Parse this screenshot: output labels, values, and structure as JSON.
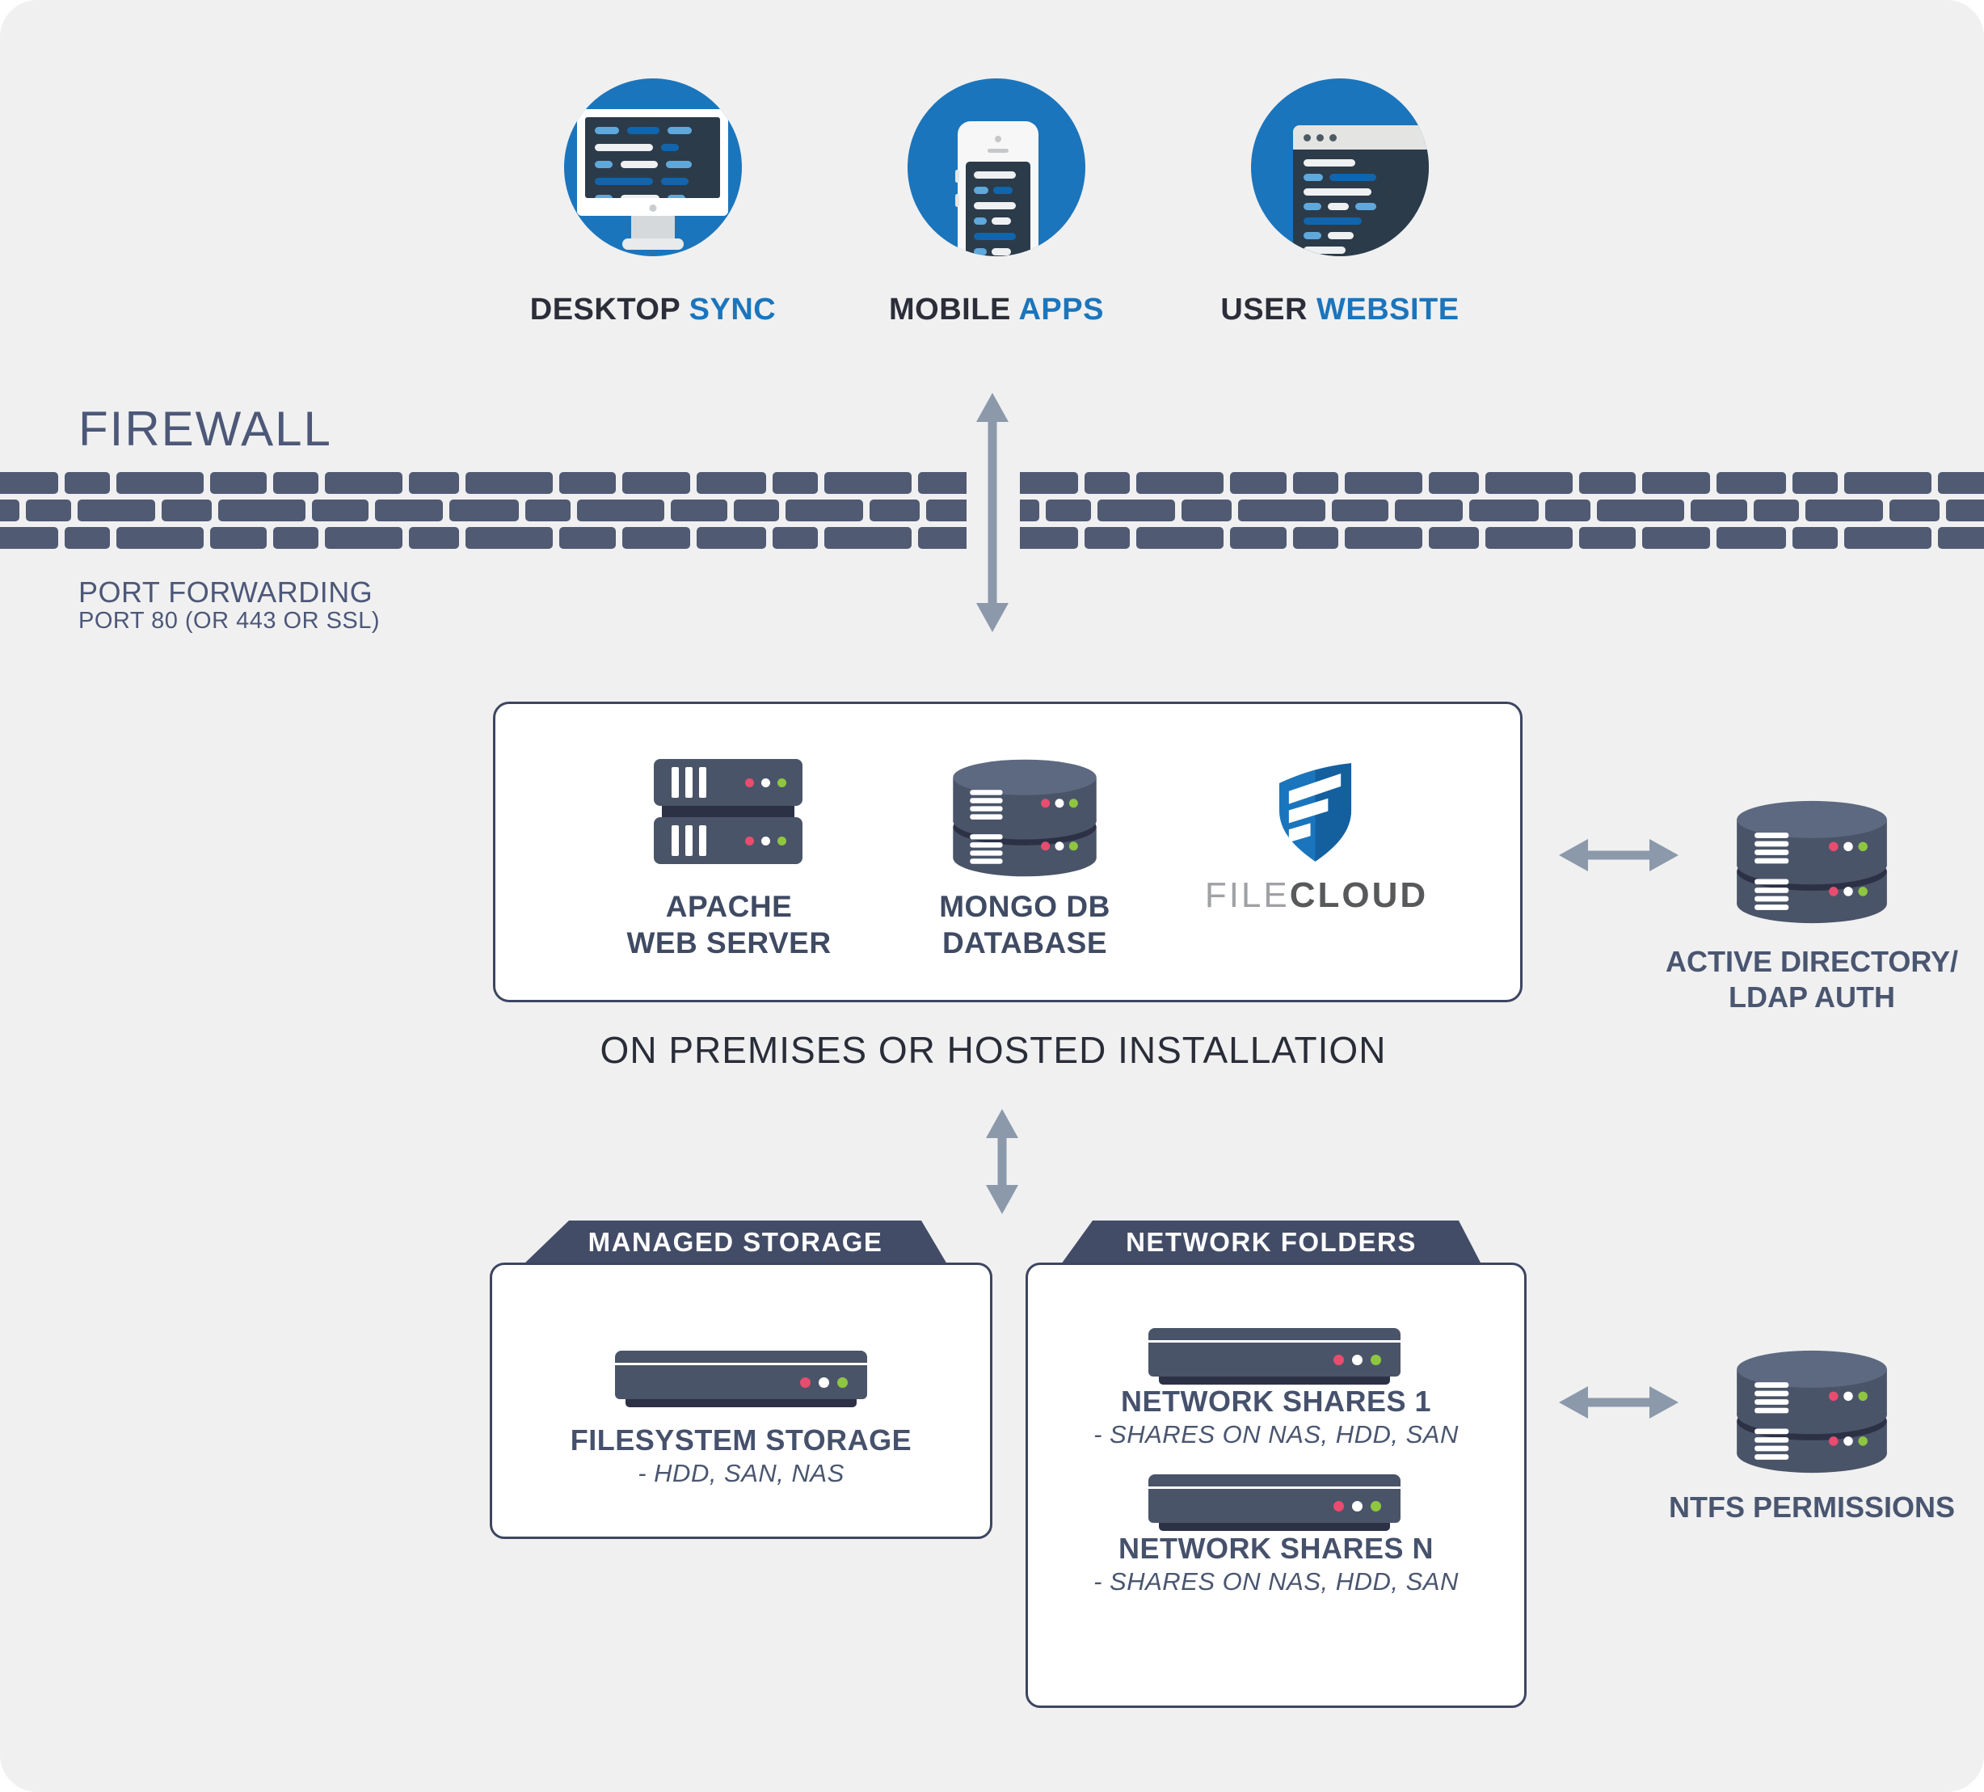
{
  "clients": [
    {
      "word1": "DESKTOP",
      "word2": "SYNC"
    },
    {
      "word1": "MOBILE",
      "word2": "APPS"
    },
    {
      "word1": "USER",
      "word2": "WEBSITE"
    }
  ],
  "firewall": {
    "title": "FIREWALL",
    "port_forwarding": "PORT FORWARDING",
    "port_detail": "PORT 80 (OR 443 OR SSL)"
  },
  "installation": {
    "caption": "ON PREMISES OR HOSTED INSTALLATION",
    "apache_line1": "APACHE",
    "apache_line2": "WEB SERVER",
    "mongo_line1": "MONGO DB",
    "mongo_line2": "DATABASE",
    "brand_thin": "FILE",
    "brand_bold": "CLOUD"
  },
  "active_directory": {
    "line1": "ACTIVE DIRECTORY/",
    "line2": "LDAP AUTH"
  },
  "managed_storage": {
    "tab": "MANAGED STORAGE",
    "title": "FILESYSTEM STORAGE",
    "subtitle": "- HDD, SAN, NAS"
  },
  "network_folders": {
    "tab": "NETWORK FOLDERS",
    "shares": [
      {
        "title": "NETWORK SHARES 1",
        "subtitle": "- SHARES ON NAS, HDD, SAN"
      },
      {
        "title": "NETWORK SHARES N",
        "subtitle": "- SHARES ON NAS, HDD, SAN"
      }
    ]
  },
  "ntfs_label": "NTFS PERMISSIONS",
  "colors": {
    "background": "#f0f0f1",
    "brand_blue": "#1b75bc",
    "slate": "#4d5878",
    "brick": "#505a73",
    "dark_text": "#2b2e39",
    "led_pink": "#e84c6e",
    "led_green": "#8fc640",
    "arrow_gray": "#8b99ab"
  }
}
